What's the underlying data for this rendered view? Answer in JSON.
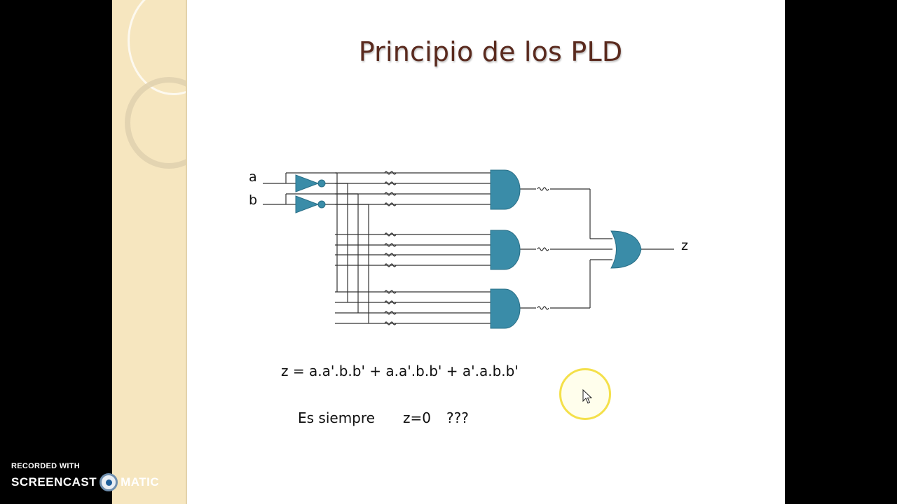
{
  "slide": {
    "title": "Principio de los PLD",
    "inputs": [
      "a",
      "b"
    ],
    "output": "z",
    "equation": "z = a.a'.b.b'  + a.a'.b.b'  + a'.a.b.b'",
    "note_label": "Es siempre",
    "note_value": "z=0",
    "note_question": "???"
  },
  "watermark": {
    "line1": "RECORDED WITH",
    "brand_left": "SCREENCAST",
    "brand_right": "MATIC"
  },
  "colors": {
    "gate_fill": "#3a8ca8",
    "gate_stroke": "#2a6f87",
    "title": "#5a2a1e",
    "side_panel": "#f6e6bf"
  }
}
